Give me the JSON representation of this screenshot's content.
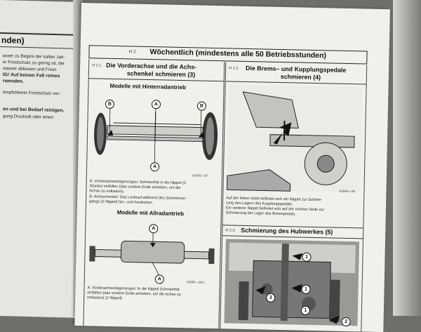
{
  "left_page": {
    "heading": "nden)",
    "lines": [
      "asser zu Beginn der kalten Jah-",
      "er Frostschutz zu gering ist, die",
      "wasser ablassen und Frost-",
      "IG! Auf keinen Fall reines",
      "rwenden.",
      "",
      "empfohlener Frostschutz ver-",
      "",
      "",
      "en und bei Bedarf reinigen.",
      "gung Druckluft oder einen"
    ]
  },
  "header": {
    "number": "H 2.",
    "title": "Wöchentlich (mindestens alle 50 Betriebsstunden)"
  },
  "section_h21": {
    "number": "H 2.1.",
    "title_line1": "Die Vorderachse und die Achs-",
    "title_line2": "schenkel schmieren (3)",
    "sub1": "Modelle mit Hinterradantrieb",
    "fig1_code": "A3565—97",
    "callouts_fig1": [
      "B",
      "A",
      "B",
      "A"
    ],
    "items": [
      "A. Vorderachsenlagerungen: Schmierfett in die Nippel (2",
      "    Stücke) einfüllen (das vordere Ende anheben, um die",
      "    Achse zu entlasten).",
      "B. Achsschenkel: Das Lenkrad während des Schmiervor-",
      "    gangs (2 Nippel) hin– und herdrehen."
    ],
    "sub2": "Modelle mit Allradantrieb",
    "fig2_code": "A3565—98.1",
    "callouts_fig2": [
      "A",
      "A"
    ],
    "items2": [
      "A. Vorderachsenlagerungen: In die Nippel Schmierfett",
      "    einfüllen (das vordere Ende anheben, um die Achse zu",
      "    entlasten) (2 Nippel)."
    ]
  },
  "section_h22": {
    "number": "H 2.2.",
    "title_line1": "Die Brems– und Kupplungspedale",
    "title_line2": "schmieren (4)",
    "fig_code": "A3565—99",
    "lines": [
      "Auf der linken Seite befindet sich ein Nippel zur Schmie-",
      "rung des Lagers des Kupplungspedals.",
      "Ein weiterer Nippel befindet sich auf der rechten Seite zur",
      "Schmierung der Lager des Bremspedals."
    ]
  },
  "section_h23": {
    "number": "H 2.3.",
    "title": "Schmierung des Hubwerkes (5)",
    "callouts": [
      "1",
      "1",
      "1",
      "3",
      "2"
    ]
  }
}
